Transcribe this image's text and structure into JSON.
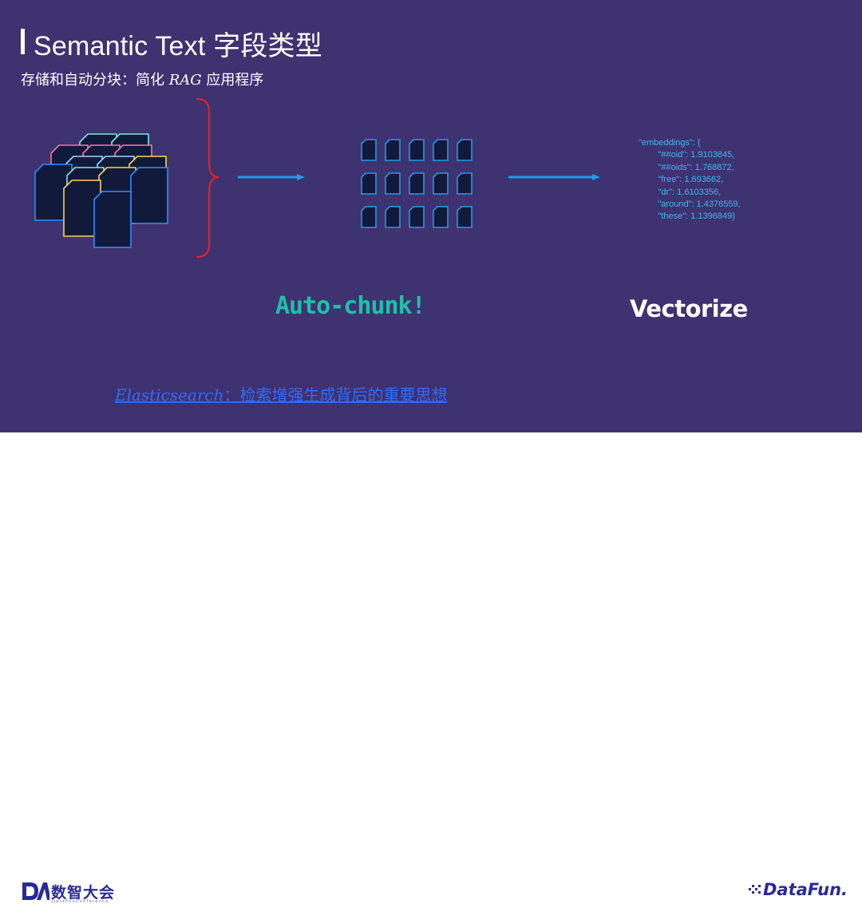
{
  "slide": {
    "title": "Semantic Text 字段类型",
    "subtitle_prefix": "存储和自动分块：简化 ",
    "subtitle_rag": "RAG",
    "subtitle_suffix": " 应用程序",
    "embeddings_text": "\"embeddings\": {\n        \"##oid\": 1.9103845,\n        \"##oids\": 1.768872,\n        \"free\": 1.693662,\n        \"dr\": 1.6103356,\n        \"around\": 1.4376559,\n        \"these\": 1.1396849}",
    "auto_chunk_label": "Auto-chunk!",
    "vectorize_label": "Vectorize",
    "link_en": "Elasticsearch",
    "link_cn": "：检索增强生成背后的重要思想"
  },
  "footer": {
    "left_logo_mark": "DA",
    "left_logo_text": "数智大会",
    "left_logo_sub": "DataFunConference",
    "right_logo_text": "DataFun."
  },
  "colors": {
    "background": "#3f3270",
    "accent_blue": "#1f9bea",
    "brace_red": "#e0202a",
    "teal": "#1fc0a8",
    "link_blue": "#2f6bff",
    "brand_navy": "#2a2a9a"
  },
  "icons": [
    "document-stack-icon",
    "curly-brace-icon",
    "arrow-right-icon",
    "chunk-grid-icon"
  ]
}
